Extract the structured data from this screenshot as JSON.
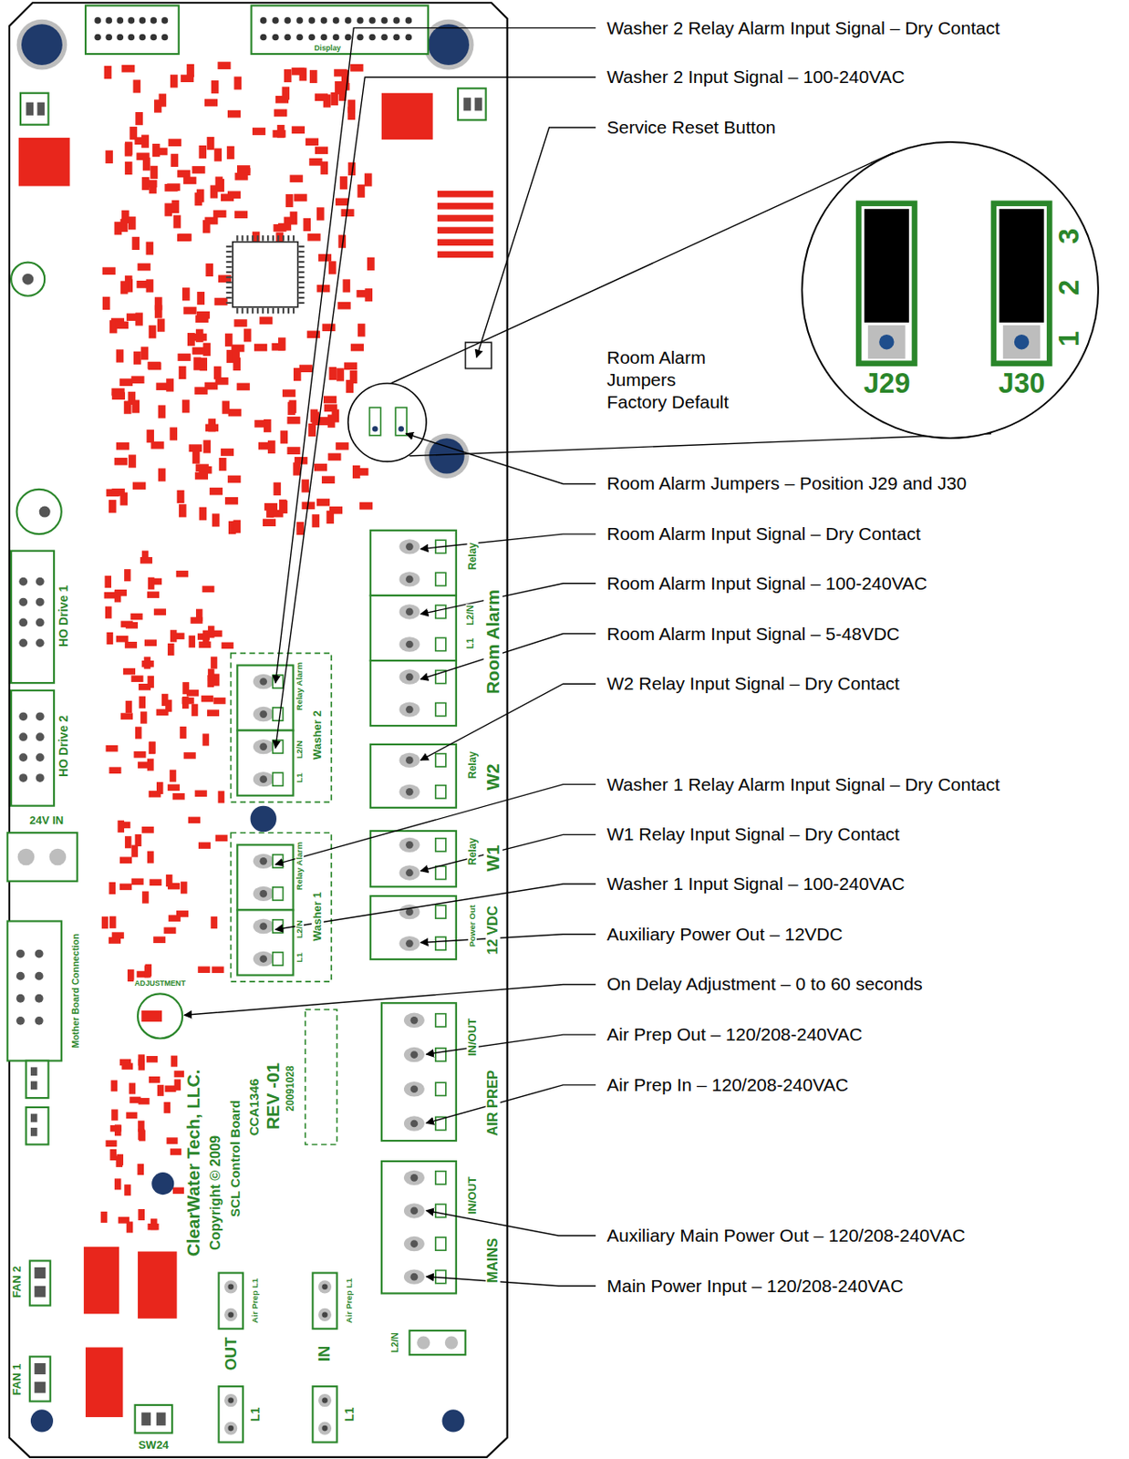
{
  "diagram": {
    "nodes": [
      {
        "text": [
          "J29",
          "J30",
          "3",
          "2",
          "1"
        ]
      }
    ],
    "labels": [
      "Washer 2 Relay Alarm Input Signal – Dry Contact",
      "Washer 2 Input Signal – 100-240VAC",
      "Service Reset Button",
      "Room Alarm Jumpers Factory Default",
      "Room Alarm Jumpers – Position J29 and J30",
      "Room Alarm Input Signal – Dry Contact",
      "Room Alarm Input Signal – 100-240VAC",
      "Room Alarm Input Signal – 5-48VDC",
      "W2 Relay Input Signal – Dry Contact",
      "Washer 1 Relay Alarm Input Signal – Dry Contact",
      "W1 Relay Input Signal – Dry Contact",
      "Washer 1 Input Signal – 100-240VAC",
      "Auxiliary Power Out – 12VDC",
      "On Delay Adjustment – 0 to 60 seconds",
      "Air Prep Out – 120/208-240VAC",
      "Air Prep In – 120/208-240VAC",
      "Auxiliary Main Power Out – 120/208-240VAC",
      "Main Power Input – 120/208-240VAC",
      "Display",
      "Relay Alarm",
      "L2/N",
      "L1",
      "Washer 2",
      "Relay Alarm",
      "L2/N",
      "L1",
      "Washer 1",
      "Relay",
      "L2/N",
      "L1",
      "Room Alarm",
      "Relay",
      "W2",
      "Relay",
      "W1",
      "Power Out",
      "12 VDC",
      "IN/OUT",
      "AIR PREP",
      "IN/OUT",
      "MAINS",
      "HO Drive 1",
      "HO Drive 2",
      "24V IN",
      "Mother Board Connection",
      "ADJUSTMENT",
      "ClearWater Tech, LLC.",
      "Copyright © 2009",
      "SCL Control Board",
      "CCA1346",
      "REV -01",
      "20091028",
      "FAN 2",
      "FAN 1",
      "SW24",
      "OUT",
      "IN",
      "L1",
      "L1",
      "Air Prep L1",
      "Air Prep L1",
      "L2/N"
    ]
  }
}
